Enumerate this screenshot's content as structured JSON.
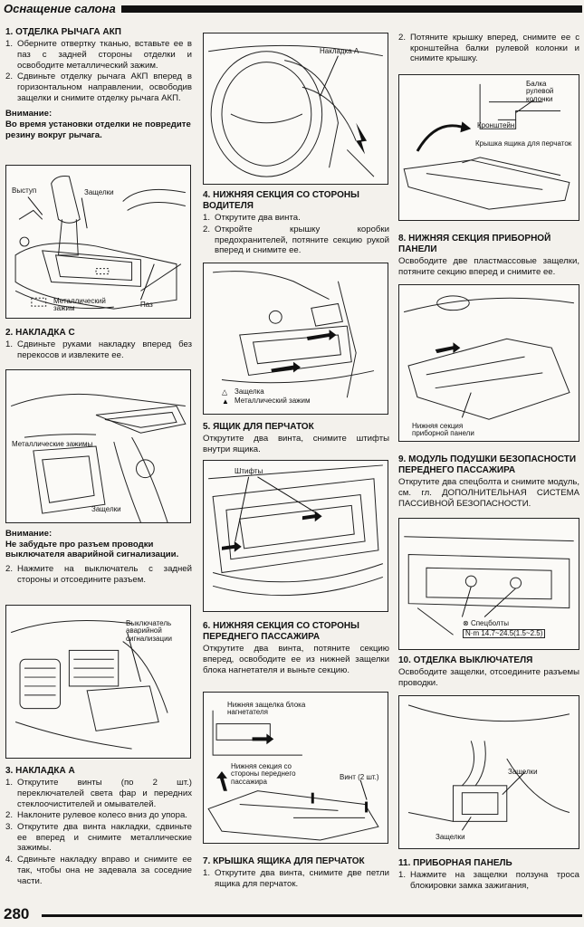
{
  "header": {
    "title": "Оснащение салона"
  },
  "page_number": "280",
  "col1": {
    "s1": {
      "title": "1.  ОТДЕЛКА РЫЧАГА АКП",
      "steps": [
        {
          "n": "1.",
          "t": "Оберните отвертку тканью, вставьте ее в паз с задней стороны отделки и освободите металлический зажим."
        },
        {
          "n": "2.",
          "t": "Сдвиньте отделку рычага АКП вперед в горизонтальном направлении, освободив защелки и снимите отделку рычага АКП."
        }
      ],
      "warn_head": "Внимание:",
      "warn": "Во время установки отделки не повредите резину вокруг рычага."
    },
    "fig1": {
      "protrusion": "Выступ",
      "latches": "Защелки",
      "metal_clip": "Металлический зажим",
      "slot": "Паз"
    },
    "s2": {
      "title": "2.  НАКЛАДКА С",
      "steps": [
        {
          "n": "1.",
          "t": "Сдвиньте руками накладку вперед без перекосов и извлеките ее."
        }
      ]
    },
    "fig2": {
      "metal_clips": "Металлические зажимы",
      "latches": "Защелки"
    },
    "s2b": {
      "warn_head": "Внимание:",
      "warn": "Не забудьте про разъем проводки выключателя аварийной сигнализации.",
      "steps": [
        {
          "n": "2.",
          "t": "Нажмите на выключатель с задней стороны и отсоедините разъем."
        }
      ]
    },
    "fig3": {
      "switch": "Выключатель аварийной сигнализации"
    },
    "s3": {
      "title": "3.  НАКЛАДКА А",
      "steps": [
        {
          "n": "1.",
          "t": "Открутите винты (по 2 шт.) переключателей света фар и передних стеклоочистителей и омывателей."
        },
        {
          "n": "2.",
          "t": "Наклоните рулевое колесо вниз до упора."
        },
        {
          "n": "3.",
          "t": "Открутите два винта накладки, сдвиньте ее вперед и снимите металлические зажимы."
        },
        {
          "n": "4.",
          "t": "Сдвиньте накладку вправо и снимите ее так, чтобы она не задевала за соседние части."
        }
      ]
    }
  },
  "col2": {
    "fig4": {
      "label": "Накладка А"
    },
    "s4": {
      "title": "4.  НИЖНЯЯ СЕКЦИЯ СО СТОРОНЫ ВОДИТЕЛЯ",
      "steps": [
        {
          "n": "1.",
          "t": "Открутите два винта."
        },
        {
          "n": "2.",
          "t": "Откройте крышку коробки предохранителей, потяните секцию рукой вперед и снимите ее."
        }
      ]
    },
    "fig5": {
      "latch": "Защелка",
      "metal_clip": "Металлический зажим"
    },
    "s5": {
      "title": "5.  ЯЩИК ДЛЯ ПЕРЧАТОК",
      "text": "Открутите два винта, снимите штифты внутри ящика."
    },
    "fig6": {
      "pins": "Штифты"
    },
    "s6": {
      "title": "6.  НИЖНЯЯ СЕКЦИЯ СО СТОРОНЫ ПЕРЕДНЕГО ПАССАЖИРА",
      "text": "Открутите два винта, потяните секцию вперед, освободите ее из нижней защелки блока нагнетателя и выньте секцию."
    },
    "fig7": {
      "blower_latch": "Нижняя защелка блока нагнетателя",
      "lower_section": "Нижняя секция со стороны переднего пассажира",
      "screw": "Винт (2 шт.)"
    },
    "s7": {
      "title": "7.  КРЫШКА ЯЩИКА ДЛЯ ПЕРЧАТОК",
      "steps": [
        {
          "n": "1.",
          "t": "Открутите два винта, снимите две петли ящика для перчаток."
        }
      ]
    }
  },
  "col3": {
    "s7b": {
      "steps": [
        {
          "n": "2.",
          "t": "Потяните крышку вперед, снимите ее с кронштейна балки рулевой колонки и снимите крышку."
        }
      ]
    },
    "fig8": {
      "beam": "Балка рулевой колонки",
      "bracket": "Кронштейн",
      "cover": "Крышка ящика для перчаток"
    },
    "s8": {
      "title": "8.  НИЖНЯЯ СЕКЦИЯ ПРИБОРНОЙ ПАНЕЛИ",
      "text": "Освободите две пластмассовые защелки, потяните секцию вперед и снимите ее."
    },
    "fig9": {
      "label": "Нижняя секция приборной панели"
    },
    "s9": {
      "title": "9.  МОДУЛЬ ПОДУШКИ БЕЗОПАСНОСТИ ПЕРЕДНЕГО ПАССАЖИРА",
      "text": "Открутите два спецболта и снимите модуль, см. гл. ДОПОЛНИТЕЛЬНАЯ СИСТЕМА ПАССИВНОЙ БЕЗОПАСНОСТИ."
    },
    "fig10": {
      "bolts": "Спецболты",
      "torque": "14.7~24.5(1.5~2.5)"
    },
    "s10": {
      "title": "10. ОТДЕЛКА ВЫКЛЮЧАТЕЛЯ",
      "text": "Освободите защелки, отсоедините разъемы проводки."
    },
    "fig11": {
      "latches1": "Защелки",
      "latches2": "Защелки"
    },
    "s11": {
      "title": "11. ПРИБОРНАЯ ПАНЕЛЬ",
      "steps": [
        {
          "n": "1.",
          "t": "Нажмите на защелки ползуна троса блокировки замка зажигания,"
        }
      ]
    }
  }
}
